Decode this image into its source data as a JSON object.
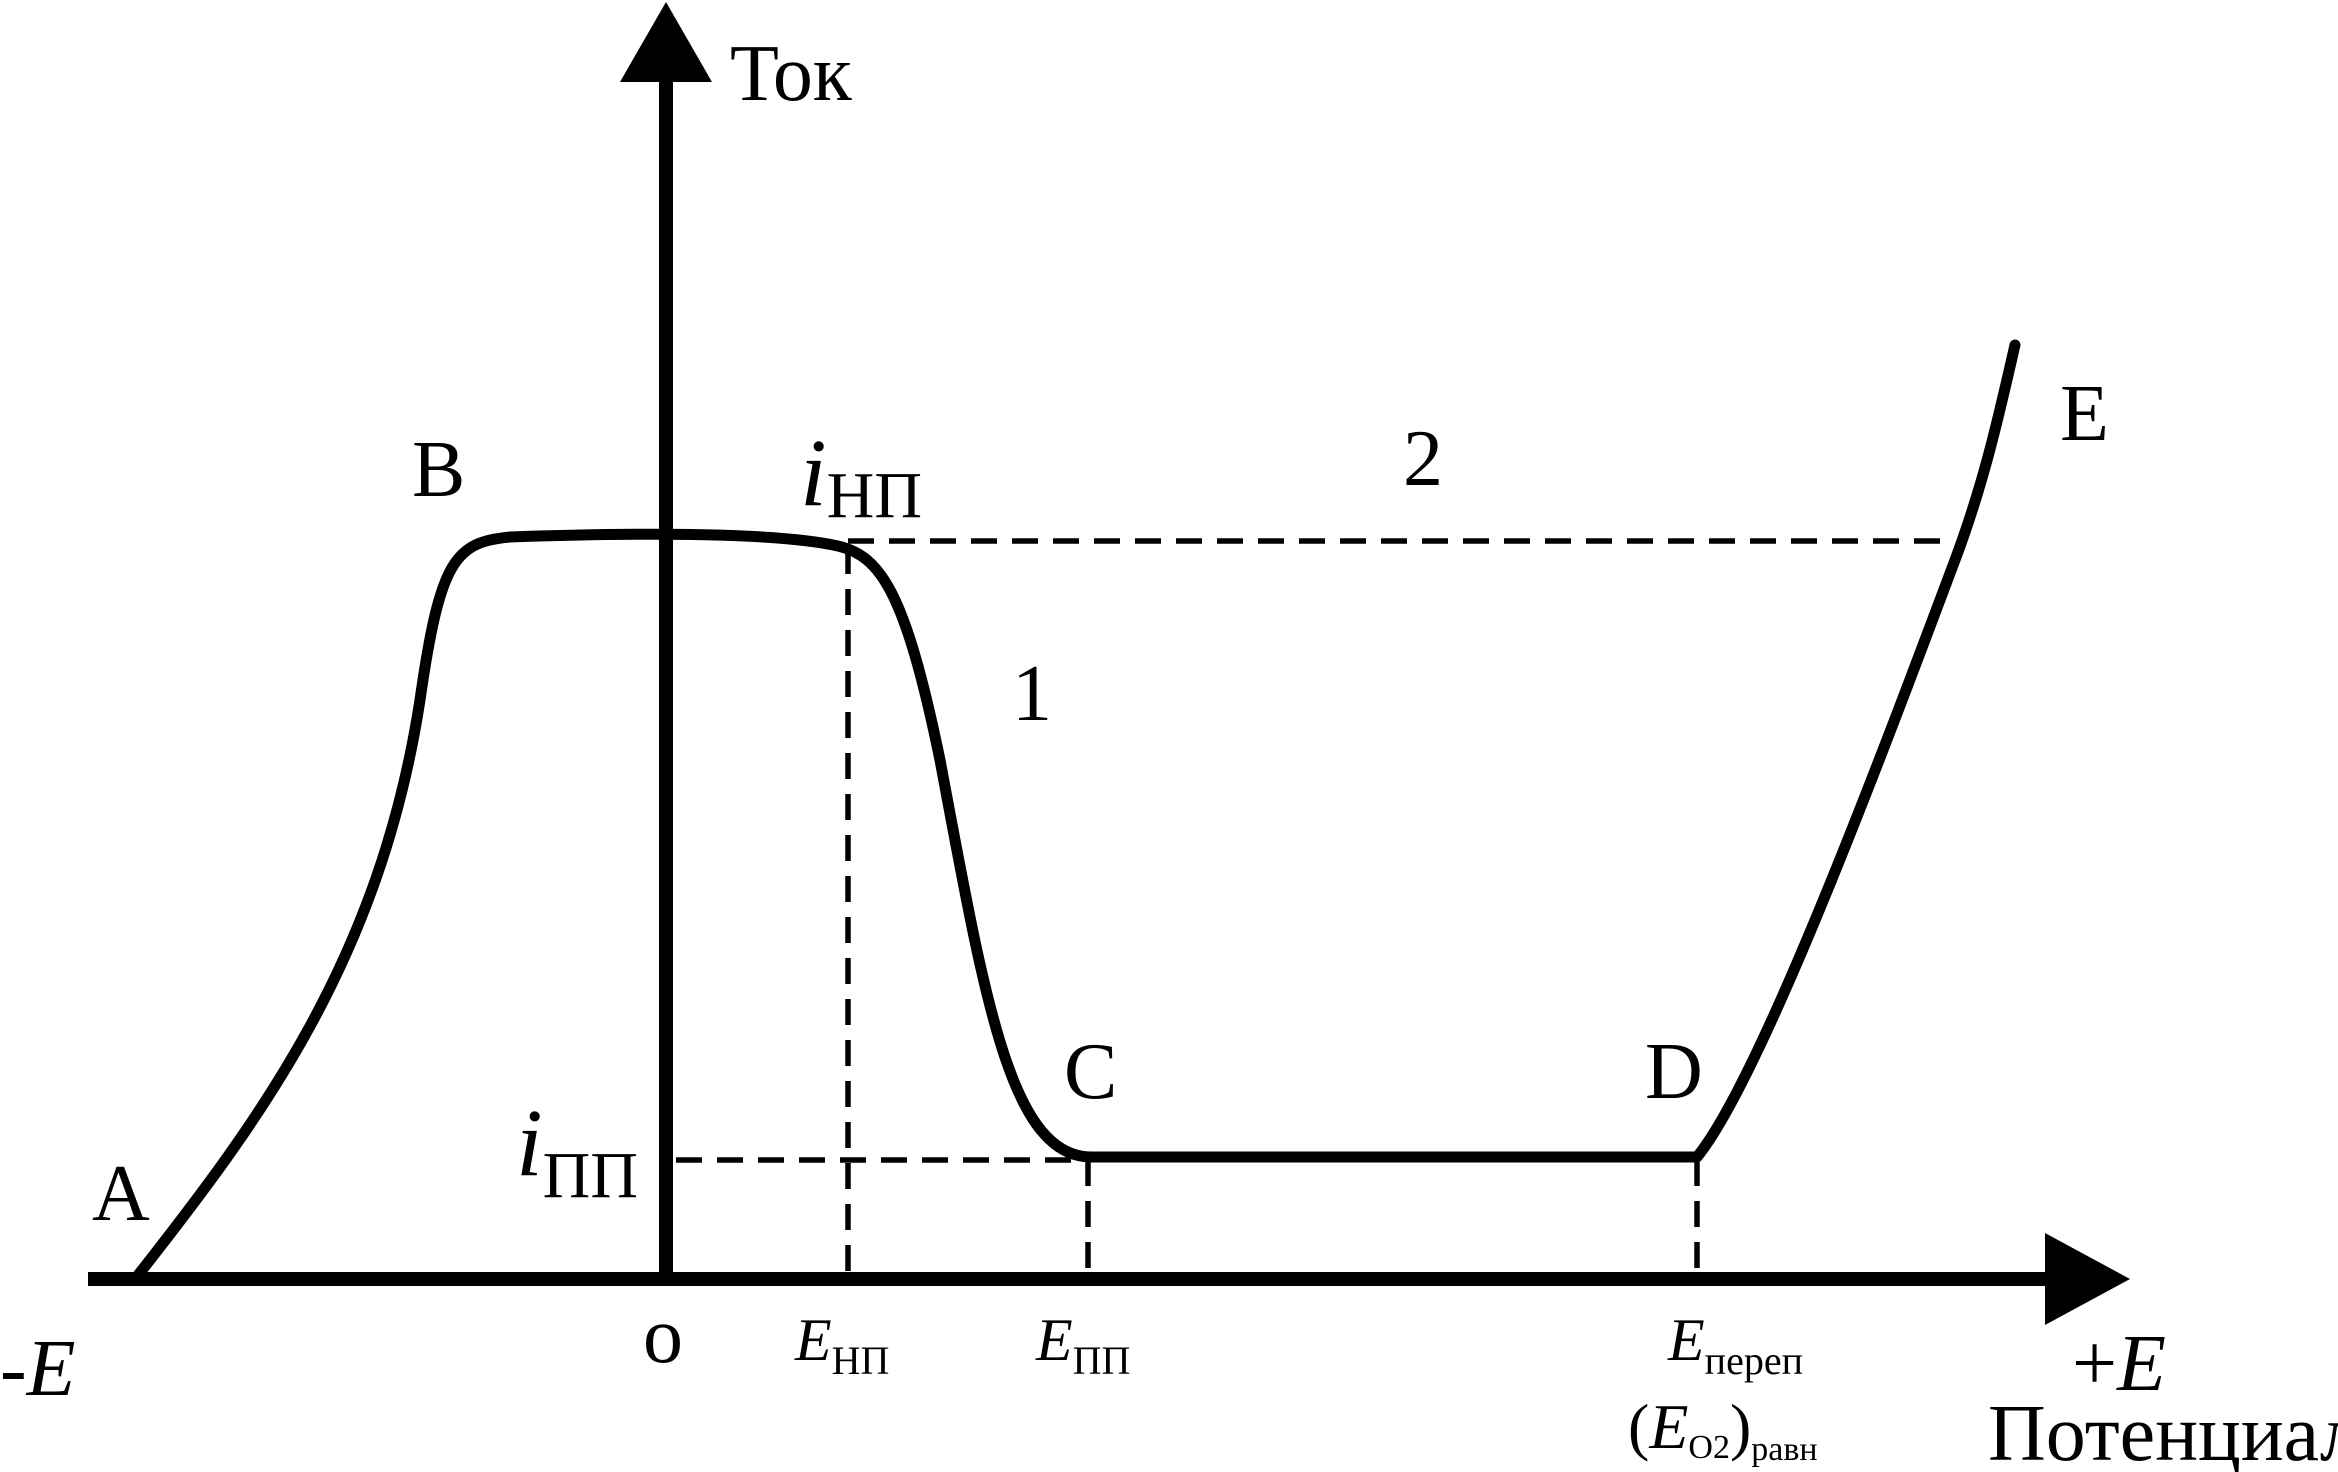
{
  "axes": {
    "y_label": "Ток",
    "x_label": "Потенциал",
    "x_neg": "E",
    "x_neg_sign": "-",
    "x_pos": "E",
    "x_pos_sign": "+",
    "origin": "о"
  },
  "points": {
    "A": "A",
    "B": "B",
    "C": "C",
    "D": "D",
    "E": "E"
  },
  "curves": {
    "curve1": "1",
    "curve2": "2"
  },
  "currents": {
    "i_np": {
      "base": "i",
      "sub": "НП"
    },
    "i_pp": {
      "base": "i",
      "sub": "ПП"
    }
  },
  "potentials": {
    "e_np": {
      "base": "E",
      "sub": "НП"
    },
    "e_pp": {
      "base": "E",
      "sub": "ПП"
    },
    "e_perep": {
      "base": "E",
      "sub": "переп"
    },
    "e_o2": {
      "open": "(",
      "base": "E",
      "sub": "O2",
      "close": ")",
      "sub2": "равн"
    }
  },
  "colors": {
    "ink": "#000000",
    "background": "#ffffff"
  }
}
